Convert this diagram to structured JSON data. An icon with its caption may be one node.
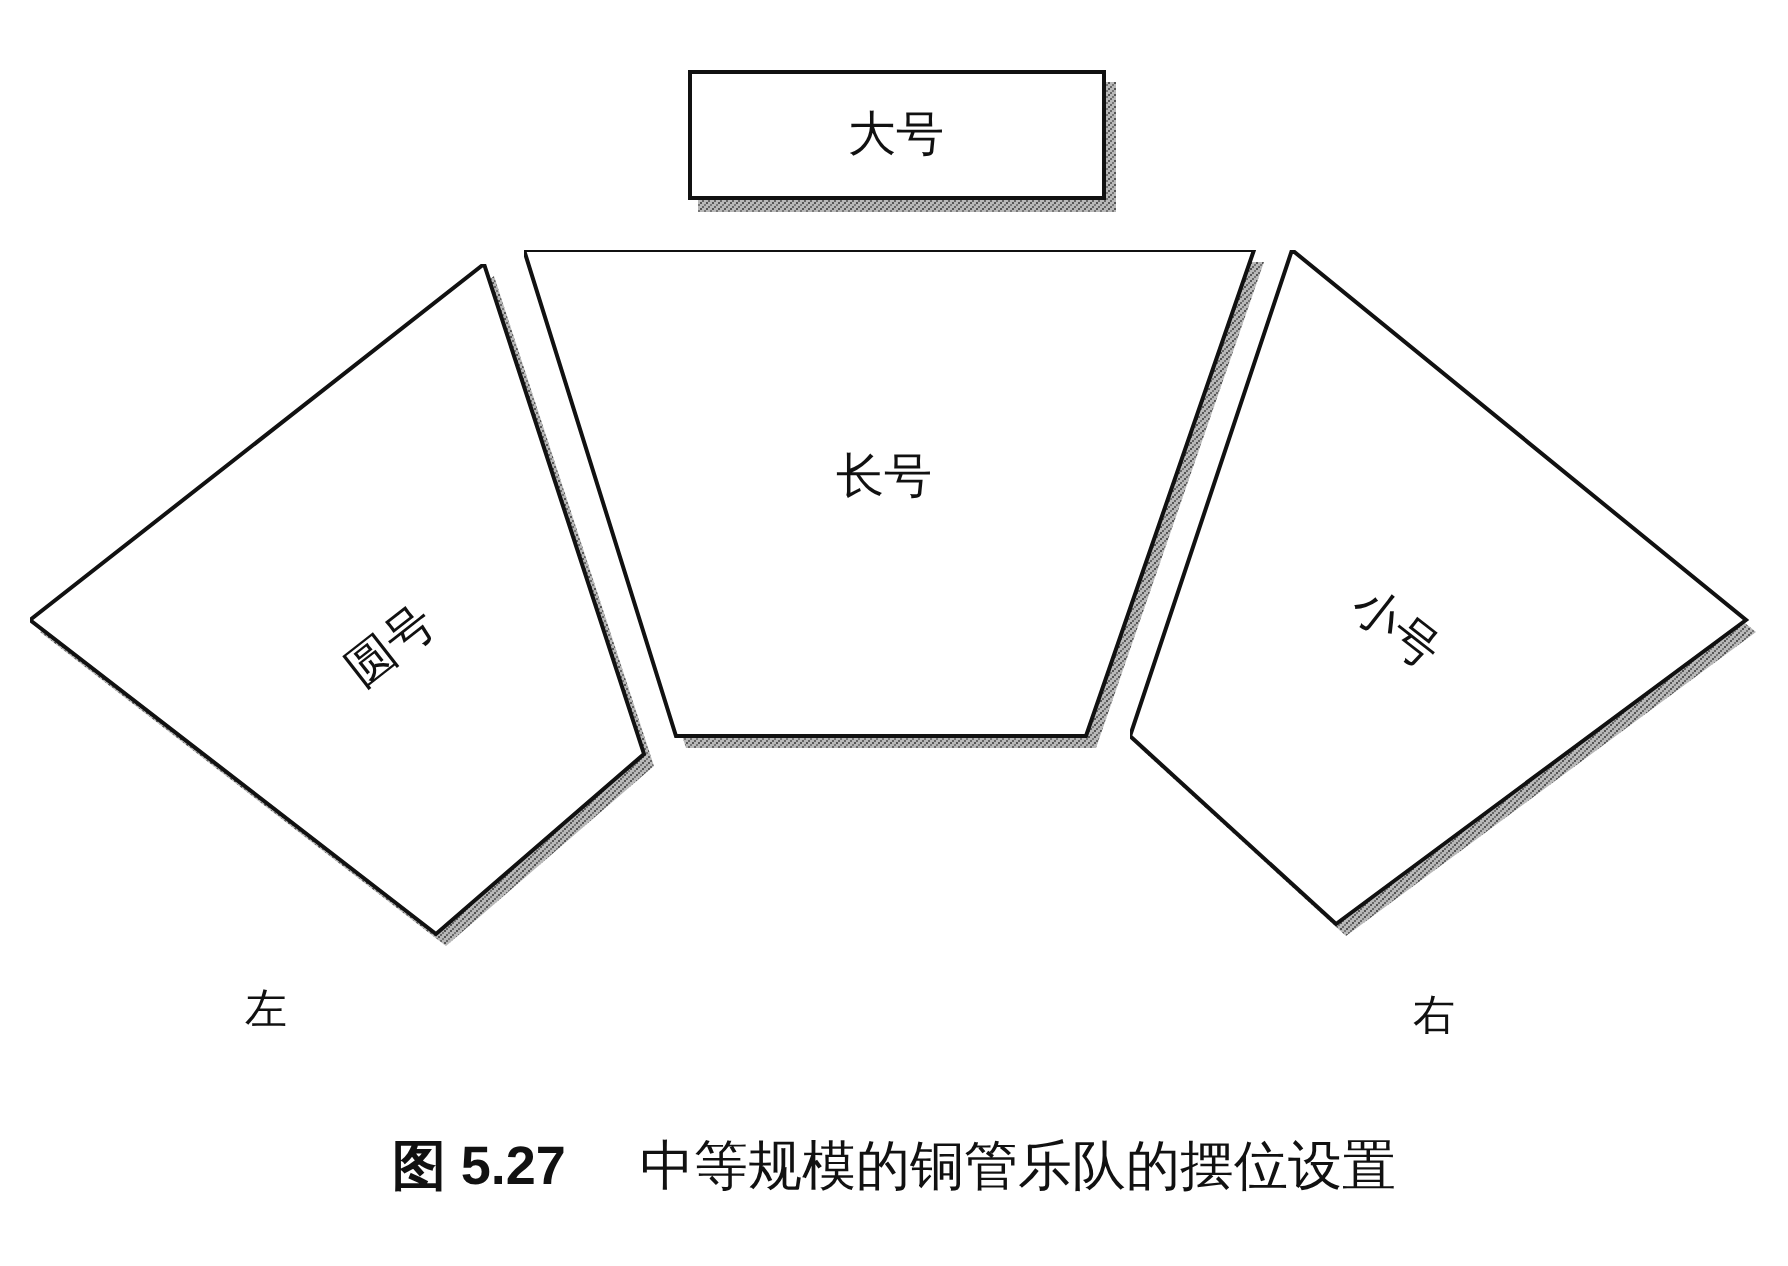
{
  "diagram": {
    "caption": "**图 5.27** 中等规模的铜管乐队的摆位设置",
    "nodes": [
      {
        "text": [
          "大号"
        ]
      },
      {
        "text": [
          "圆号"
        ]
      },
      {
        "text": [
          "长号"
        ]
      },
      {
        "text": [
          "小号"
        ]
      }
    ],
    "labels": [
      "左",
      "右"
    ]
  }
}
